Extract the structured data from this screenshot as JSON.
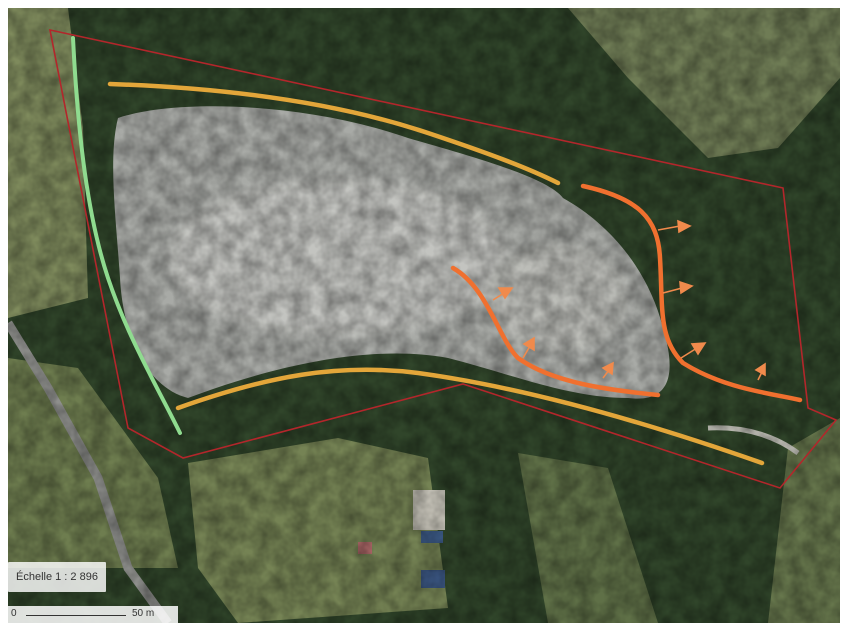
{
  "map": {
    "scale_label": "Échelle 1 : 2 896",
    "scalebar": {
      "start": "0",
      "end": "50 m"
    },
    "colors": {
      "perimeter": "#b3262b",
      "limit_green": "#8fdb8f",
      "limit_yellow": "#e3a63a",
      "limit_orange": "#f0702f",
      "arrow": "#f08a4c"
    }
  }
}
